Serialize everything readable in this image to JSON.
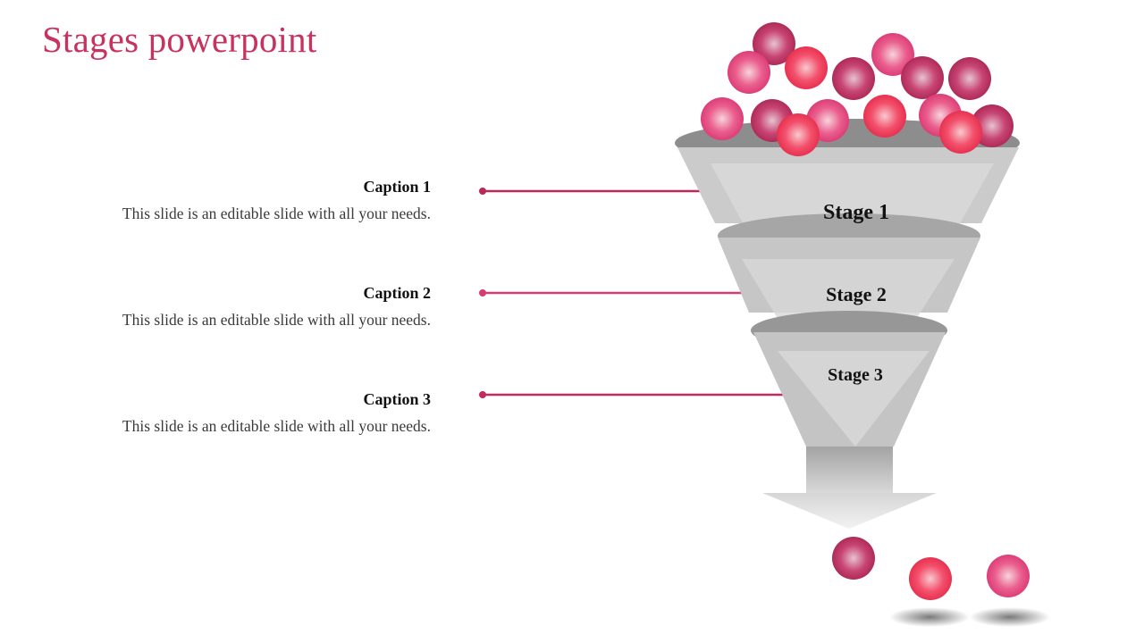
{
  "title": "Stages powerpoint",
  "captions": [
    {
      "title": "Caption 1",
      "text": "This slide is an editable slide with all your needs."
    },
    {
      "title": "Caption 2",
      "text": "This slide is an editable slide with all your needs."
    },
    {
      "title": "Caption 3",
      "text": "This slide is an editable slide with all your needs."
    }
  ],
  "stages": [
    "Stage 1",
    "Stage 2",
    "Stage 3"
  ],
  "colors": {
    "accent": "#c8325e",
    "connector": "#c12c5c",
    "ball_pink": "#e8457a",
    "ball_red": "#f0334f",
    "ball_dark": "#b52657",
    "funnel_light": "#cfcfcf",
    "funnel_dark": "#8f8f8f"
  }
}
